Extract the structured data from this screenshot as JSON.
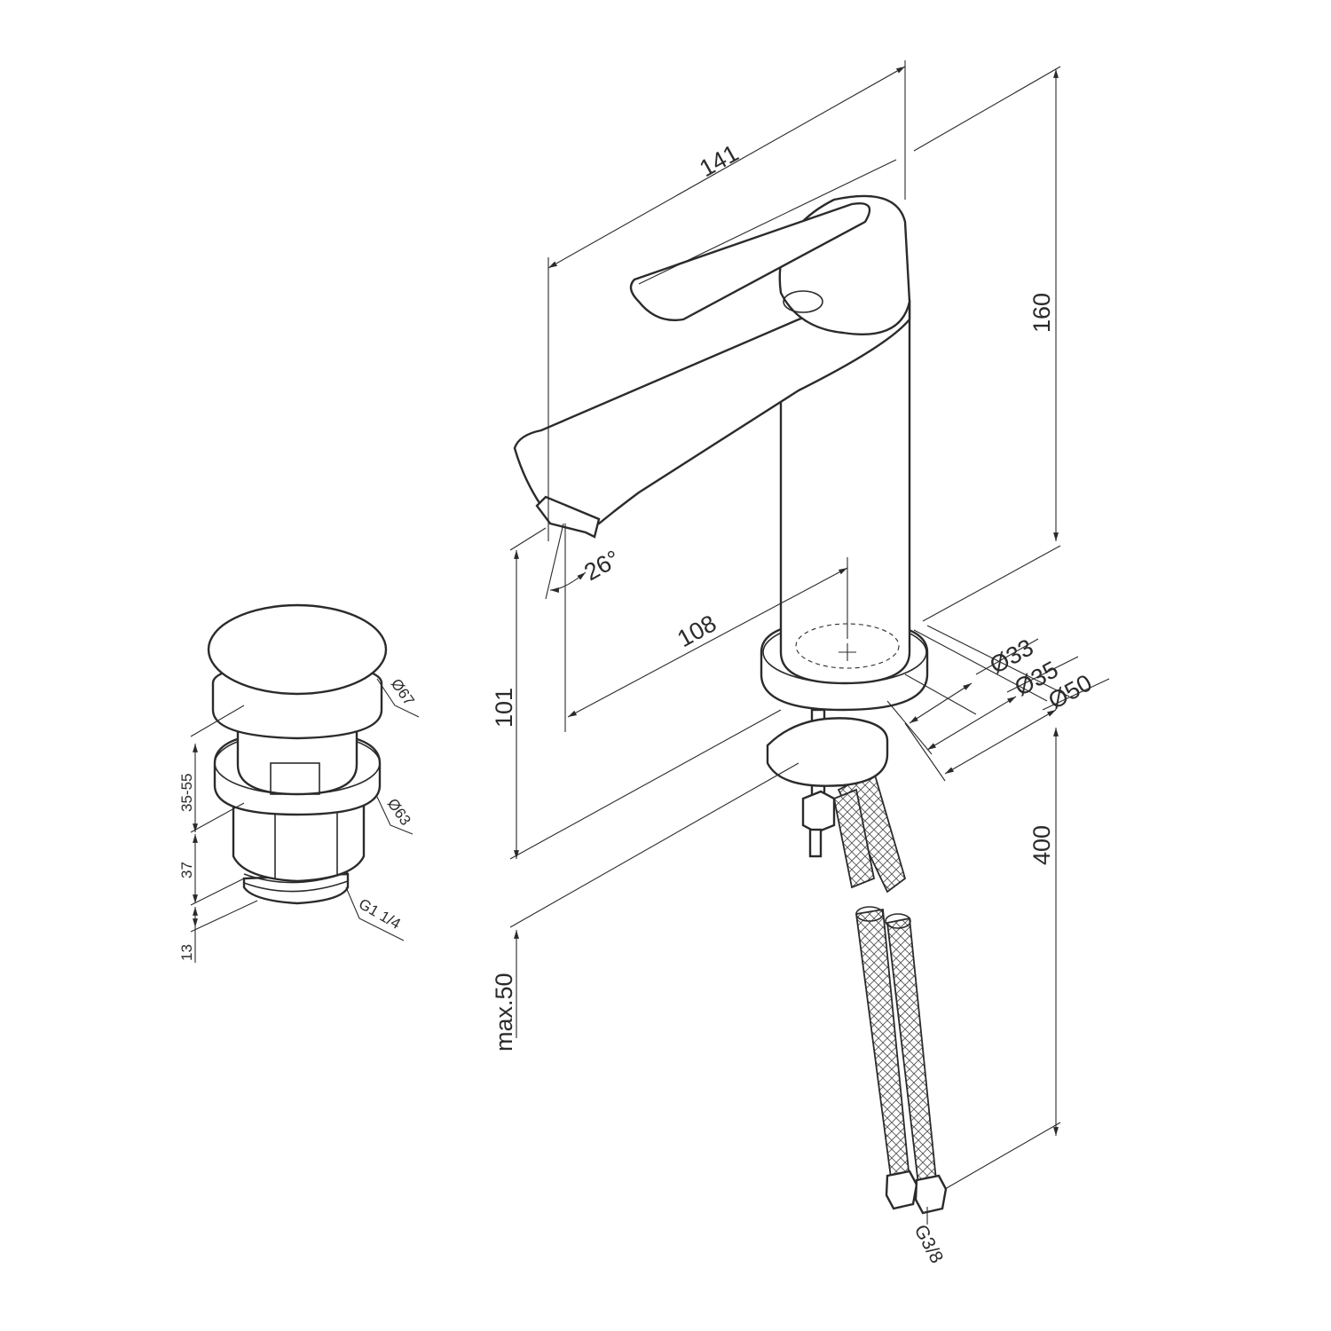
{
  "faucet": {
    "dimensions": {
      "length": "141",
      "height": "160",
      "reach": "108",
      "spout_angle": "26°",
      "spout_height": "101",
      "body_diameter": "Ø33",
      "base_diameter": "Ø35",
      "flange_diameter": "Ø50",
      "hose_length": "400",
      "max_counter_thickness": "max.50",
      "hose_thread": "G3/8"
    }
  },
  "drain": {
    "dimensions": {
      "cap_diameter": "Ø67",
      "flange_diameter": "Ø63",
      "adjust_height": "35-55",
      "body_height": "37",
      "thread_height": "13",
      "thread": "G1 1/4"
    }
  }
}
